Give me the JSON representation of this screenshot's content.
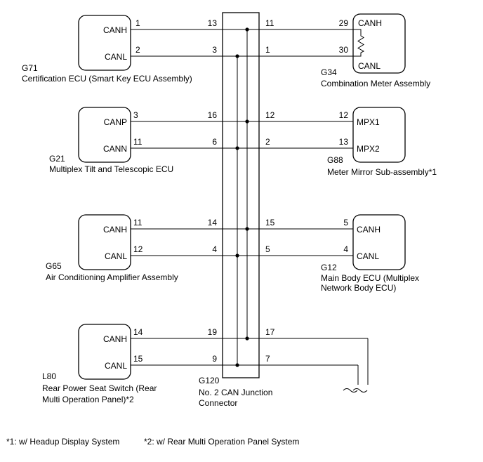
{
  "ecus": {
    "g71": {
      "code": "G71",
      "name": "Certification ECU (Smart Key ECU Assembly)",
      "hi": "CANH",
      "lo": "CANL",
      "pin_hi": "1",
      "pin_lo": "2"
    },
    "g21": {
      "code": "G21",
      "name": "Multiplex Tilt and Telescopic ECU",
      "hi": "CANP",
      "lo": "CANN",
      "pin_hi": "3",
      "pin_lo": "11"
    },
    "g65": {
      "code": "G65",
      "name": "Air Conditioning Amplifier Assembly",
      "hi": "CANH",
      "lo": "CANL",
      "pin_hi": "11",
      "pin_lo": "12"
    },
    "l80": {
      "code": "L80",
      "name_line1": "Rear Power Seat Switch (Rear",
      "name_line2": "Multi Operation Panel)*2",
      "hi": "CANH",
      "lo": "CANL",
      "pin_hi": "14",
      "pin_lo": "15"
    },
    "g34": {
      "code": "G34",
      "name": "Combination Meter Assembly",
      "hi": "CANH",
      "lo": "CANL",
      "pin_hi": "29",
      "pin_lo": "30"
    },
    "g88": {
      "code": "G88",
      "name": "Meter Mirror Sub-assembly*1",
      "hi": "MPX1",
      "lo": "MPX2",
      "pin_hi": "12",
      "pin_lo": "13"
    },
    "g12": {
      "code": "G12",
      "name_line1": "Main Body ECU (Multiplex",
      "name_line2": "Network Body ECU)",
      "hi": "CANH",
      "lo": "CANL",
      "pin_hi": "5",
      "pin_lo": "4"
    }
  },
  "junction": {
    "code": "G120",
    "name_line1": "No. 2 CAN Junction",
    "name_line2": "Connector",
    "left_pins": {
      "r1_hi": "13",
      "r1_lo": "3",
      "r2_hi": "16",
      "r2_lo": "6",
      "r3_hi": "14",
      "r3_lo": "4",
      "r4_hi": "19",
      "r4_lo": "9"
    },
    "right_pins": {
      "r1_hi": "11",
      "r1_lo": "1",
      "r2_hi": "12",
      "r2_lo": "2",
      "r3_hi": "15",
      "r3_lo": "5",
      "r4_hi": "17",
      "r4_lo": "7"
    }
  },
  "footnotes": {
    "note1": "*1: w/ Headup Display System",
    "note2": "*2: w/ Rear Multi Operation Panel System"
  }
}
